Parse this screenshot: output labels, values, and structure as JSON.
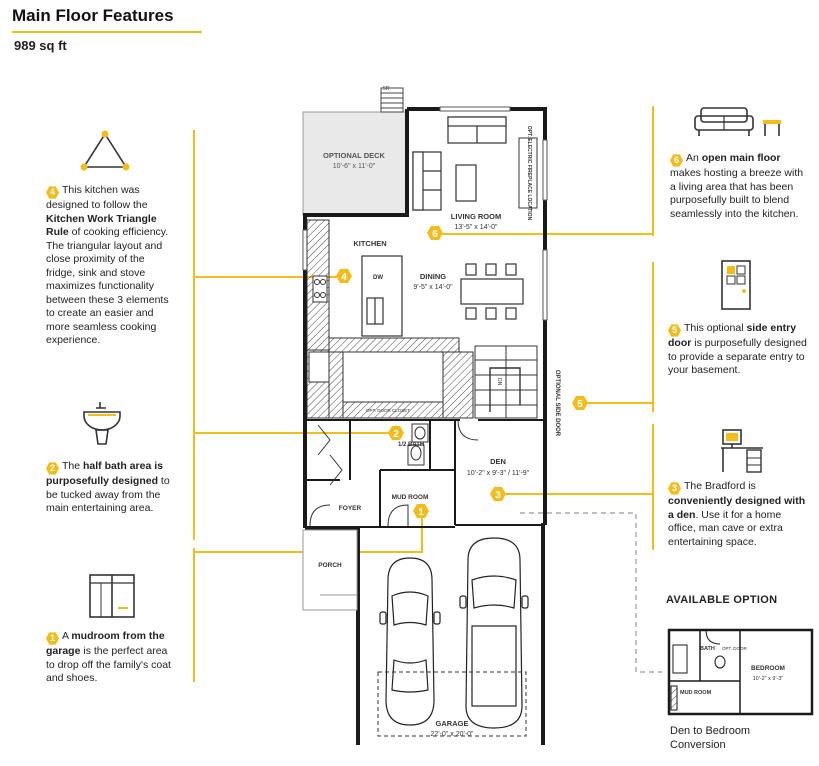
{
  "header": {
    "title": "Main Floor Features",
    "sqft": "989 sq ft"
  },
  "features": {
    "f4": {
      "num": "4",
      "t1": "This kitchen was designed to follow the ",
      "b1": "Kitchen Work Triangle Rule",
      "t2": " of cooking efficiency. The triangular layout and close proximity of the fridge, sink and stove maximizes functionality between these 3 elements to create an easier and more seamless cooking experience."
    },
    "f2": {
      "num": "2",
      "t1": "The ",
      "b1": "half bath area is purposefully designed",
      "t2": " to be tucked away from the main entertaining area."
    },
    "f1": {
      "num": "1",
      "t0": "A ",
      "b1": "mudroom from the garage",
      "t2": " is the perfect area to drop off the family's coat and shoes."
    },
    "f6": {
      "num": "6",
      "t1": "An ",
      "b1": "open main floor",
      "t2": " makes hosting a breeze with a living area that has been purposefully built to blend seamlessly into the kitchen."
    },
    "f5": {
      "num": "5",
      "t1": "This optional ",
      "b1": "side entry door",
      "t2": " is purposefully designed to provide a separate entry to your basement."
    },
    "f3": {
      "num": "3",
      "t1": "The Bradford is ",
      "b1": "conveniently designed with a den",
      "t2": ". Use it for a home office, man cave or extra entertaining space."
    }
  },
  "plan_labels": {
    "optional_deck": "OPTIONAL DECK",
    "deck_dim": "10'-6\" x 11'-0\"",
    "fireplace": "OPT. ELECTRIC FIREPLACE LOCATION",
    "living_room": "LIVING ROOM",
    "living_dim": "13'-5\" x 14'-0\"",
    "kitchen": "KITCHEN",
    "dw": "DW",
    "dining": "DINING",
    "dining_dim": "9'-5\" x 14'-0\"",
    "half_bath": "1/2 BATH",
    "opt_door": "OPT. DOOR CLOSET",
    "den": "DEN",
    "den_dim": "10'-2\" x 9'-3\" / 11'-9\"",
    "foyer": "FOYER",
    "mud_room": "MUD ROOM",
    "porch": "PORCH",
    "garage": "GARAGE",
    "garage_dim": "22'-0\" x 20'-0\"",
    "optional_side_door": "OPTIONAL SIDE DOOR",
    "stair_dn": "DN",
    "deck_step": "5R"
  },
  "markers": {
    "m6": "6",
    "m4": "4",
    "m2": "2",
    "m1": "1",
    "m5": "5",
    "m3": "3"
  },
  "option": {
    "title": "AVAILABLE OPTION",
    "bath": "BATH",
    "opt_door": "OPT. DOOR",
    "bedroom": "BEDROOM",
    "bedroom_dim": "10'-2\" x 9'-3\"",
    "mud_room": "MUD ROOM",
    "caption": "Den to Bedroom Conversion"
  },
  "colors": {
    "accent": "#f2bc1b",
    "wall": "#1a1a1a",
    "hatch": "#444444"
  }
}
